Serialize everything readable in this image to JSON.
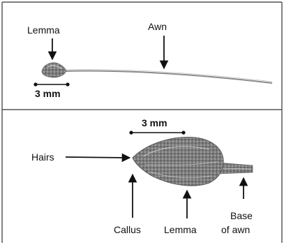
{
  "top_panel": {
    "labels": {
      "lemma": "Lemma",
      "awn": "Awn",
      "scale": "3 mm"
    }
  },
  "bottom_panel": {
    "labels": {
      "scale": "3 mm",
      "hairs": "Hairs",
      "callus": "Callus",
      "lemma": "Lemma",
      "base_of_awn_line1": "Base",
      "base_of_awn_line2": "of awn"
    }
  },
  "colors": {
    "frame": "#333333",
    "ink": "#111111",
    "specimen": "#8a8a8a"
  }
}
